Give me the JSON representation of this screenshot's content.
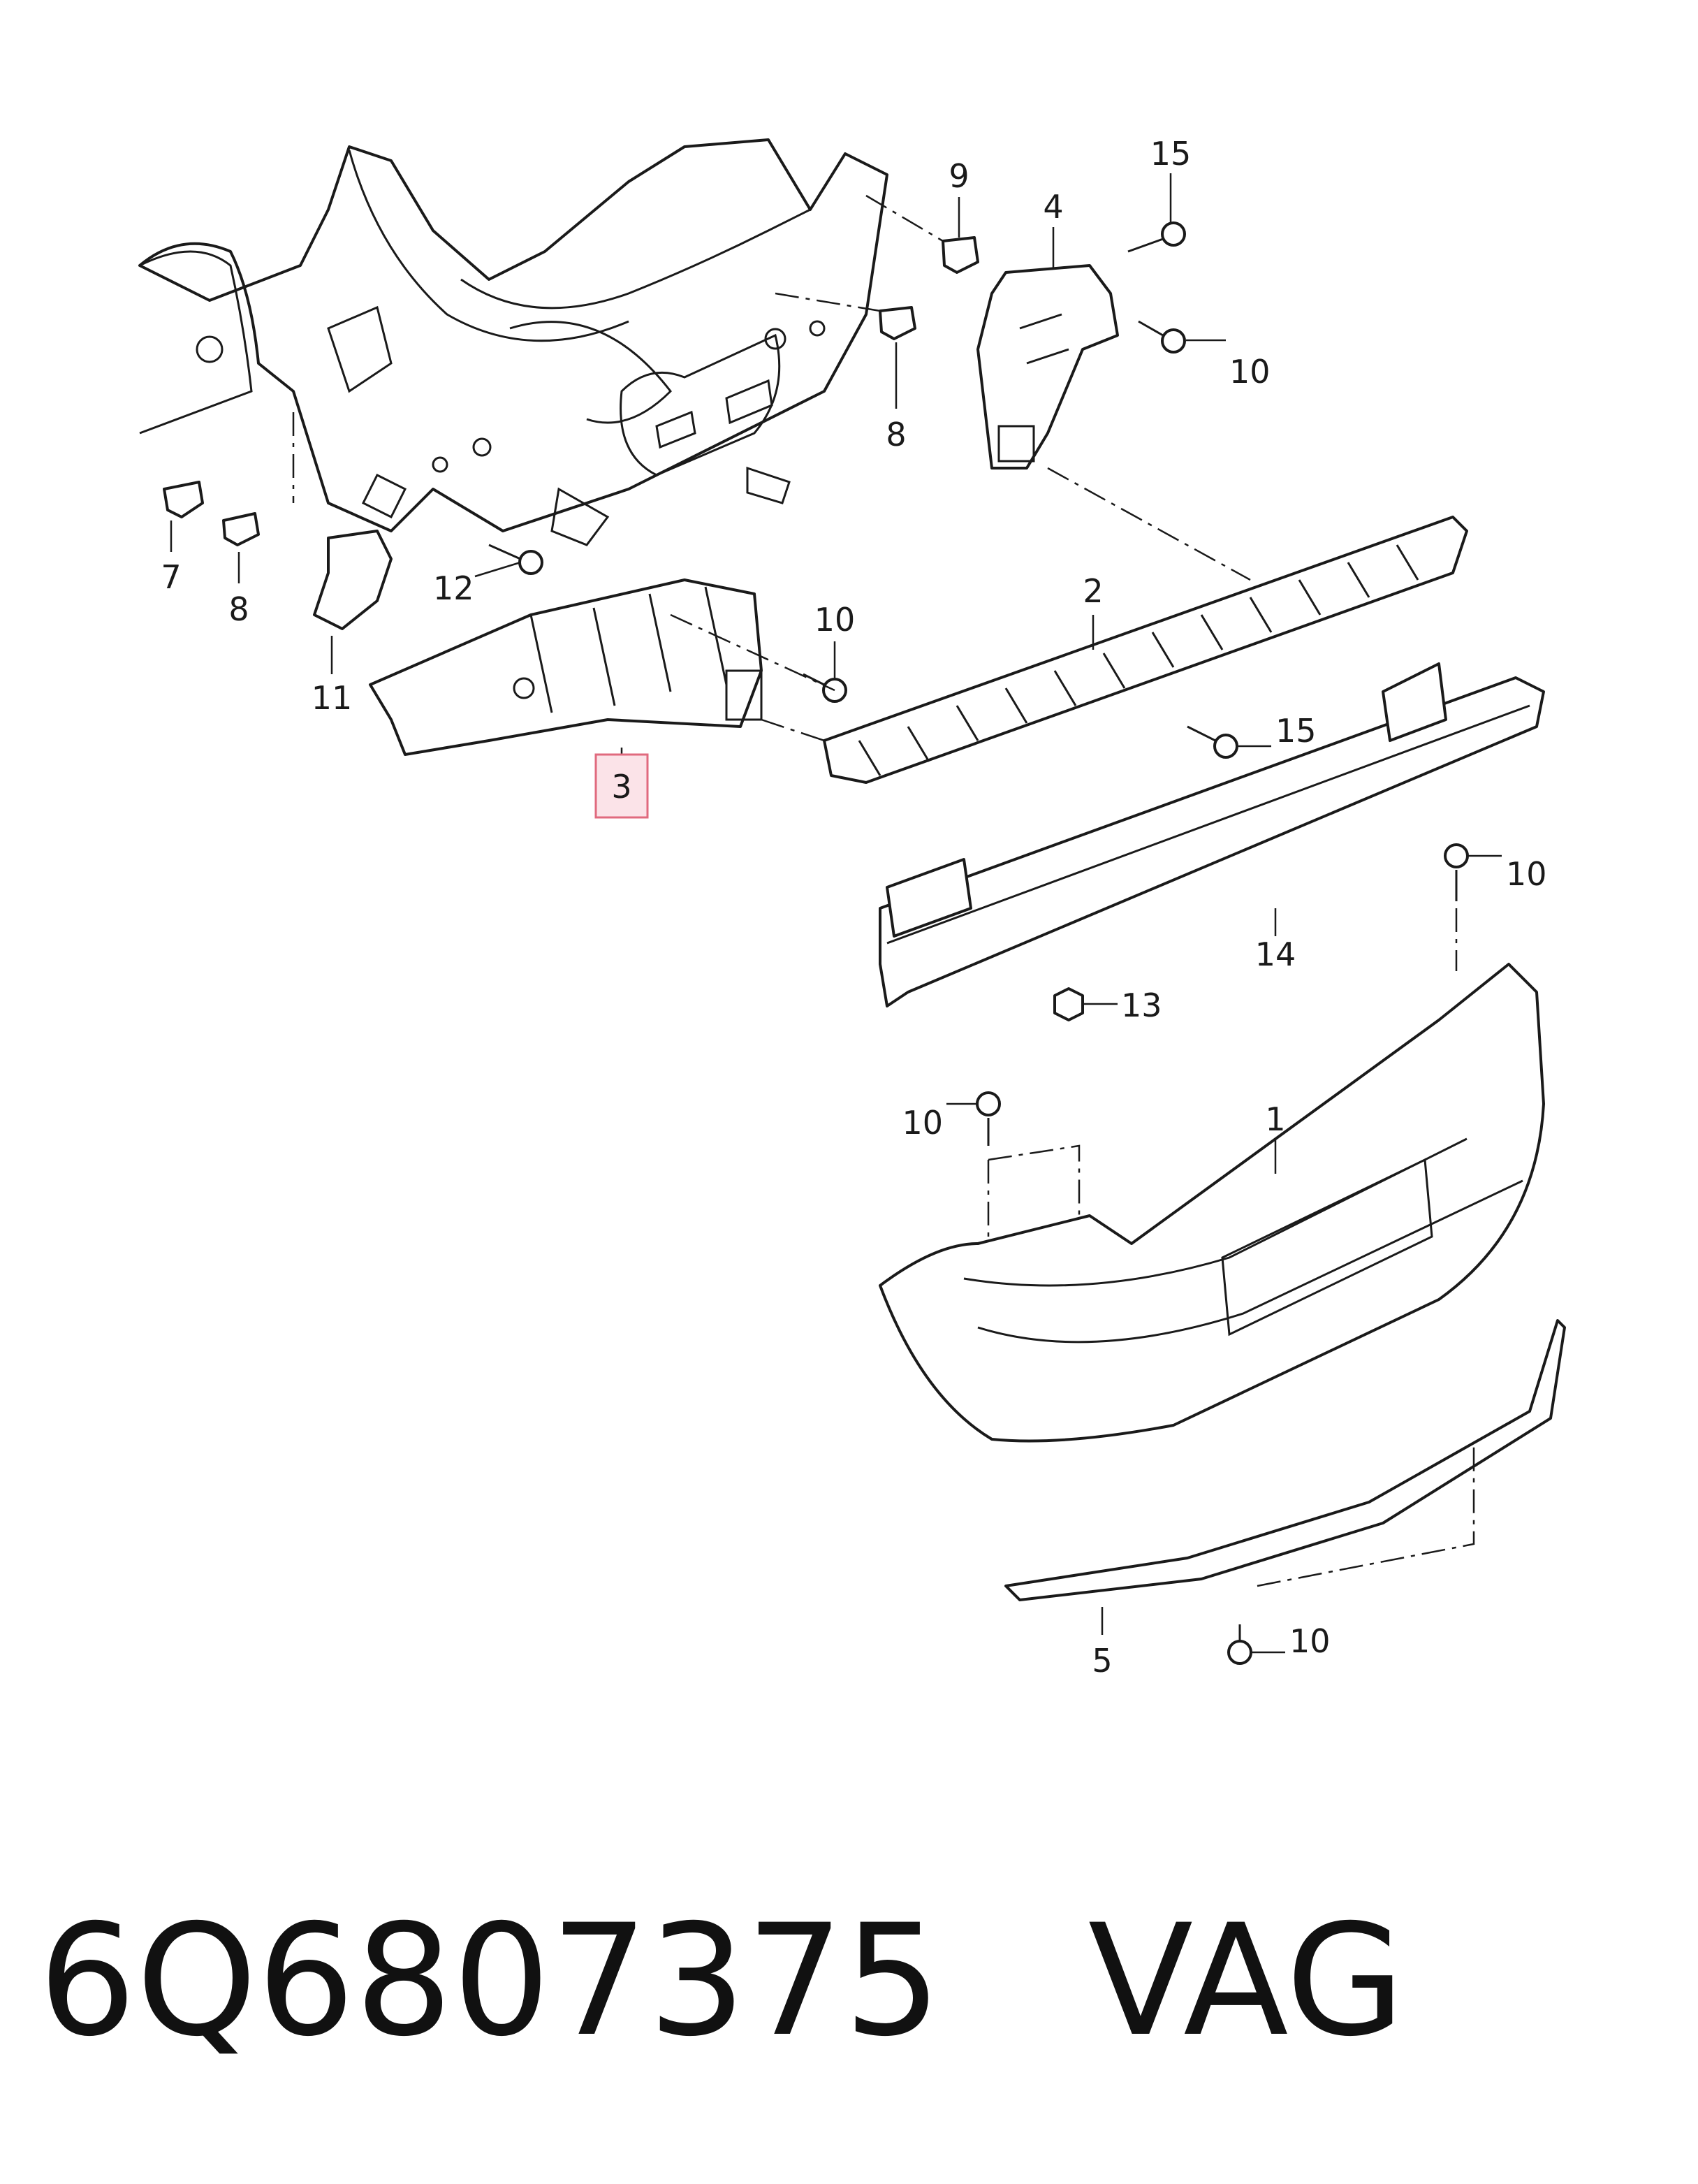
{
  "callouts": {
    "c1": "1",
    "c2": "2",
    "c3": "3",
    "c4": "4",
    "c5": "5",
    "c7": "7",
    "c8a": "8",
    "c8b": "8",
    "c9": "9",
    "c10a": "10",
    "c10b": "10",
    "c10c": "10",
    "c10d": "10",
    "c10e": "10",
    "c11": "11",
    "c12": "12",
    "c13": "13",
    "c14": "14",
    "c15a": "15",
    "c15b": "15"
  },
  "highlighted_part": "3",
  "highlight_color": "#fbe3e8",
  "part_number": "6Q6807375",
  "brand": "VAG"
}
